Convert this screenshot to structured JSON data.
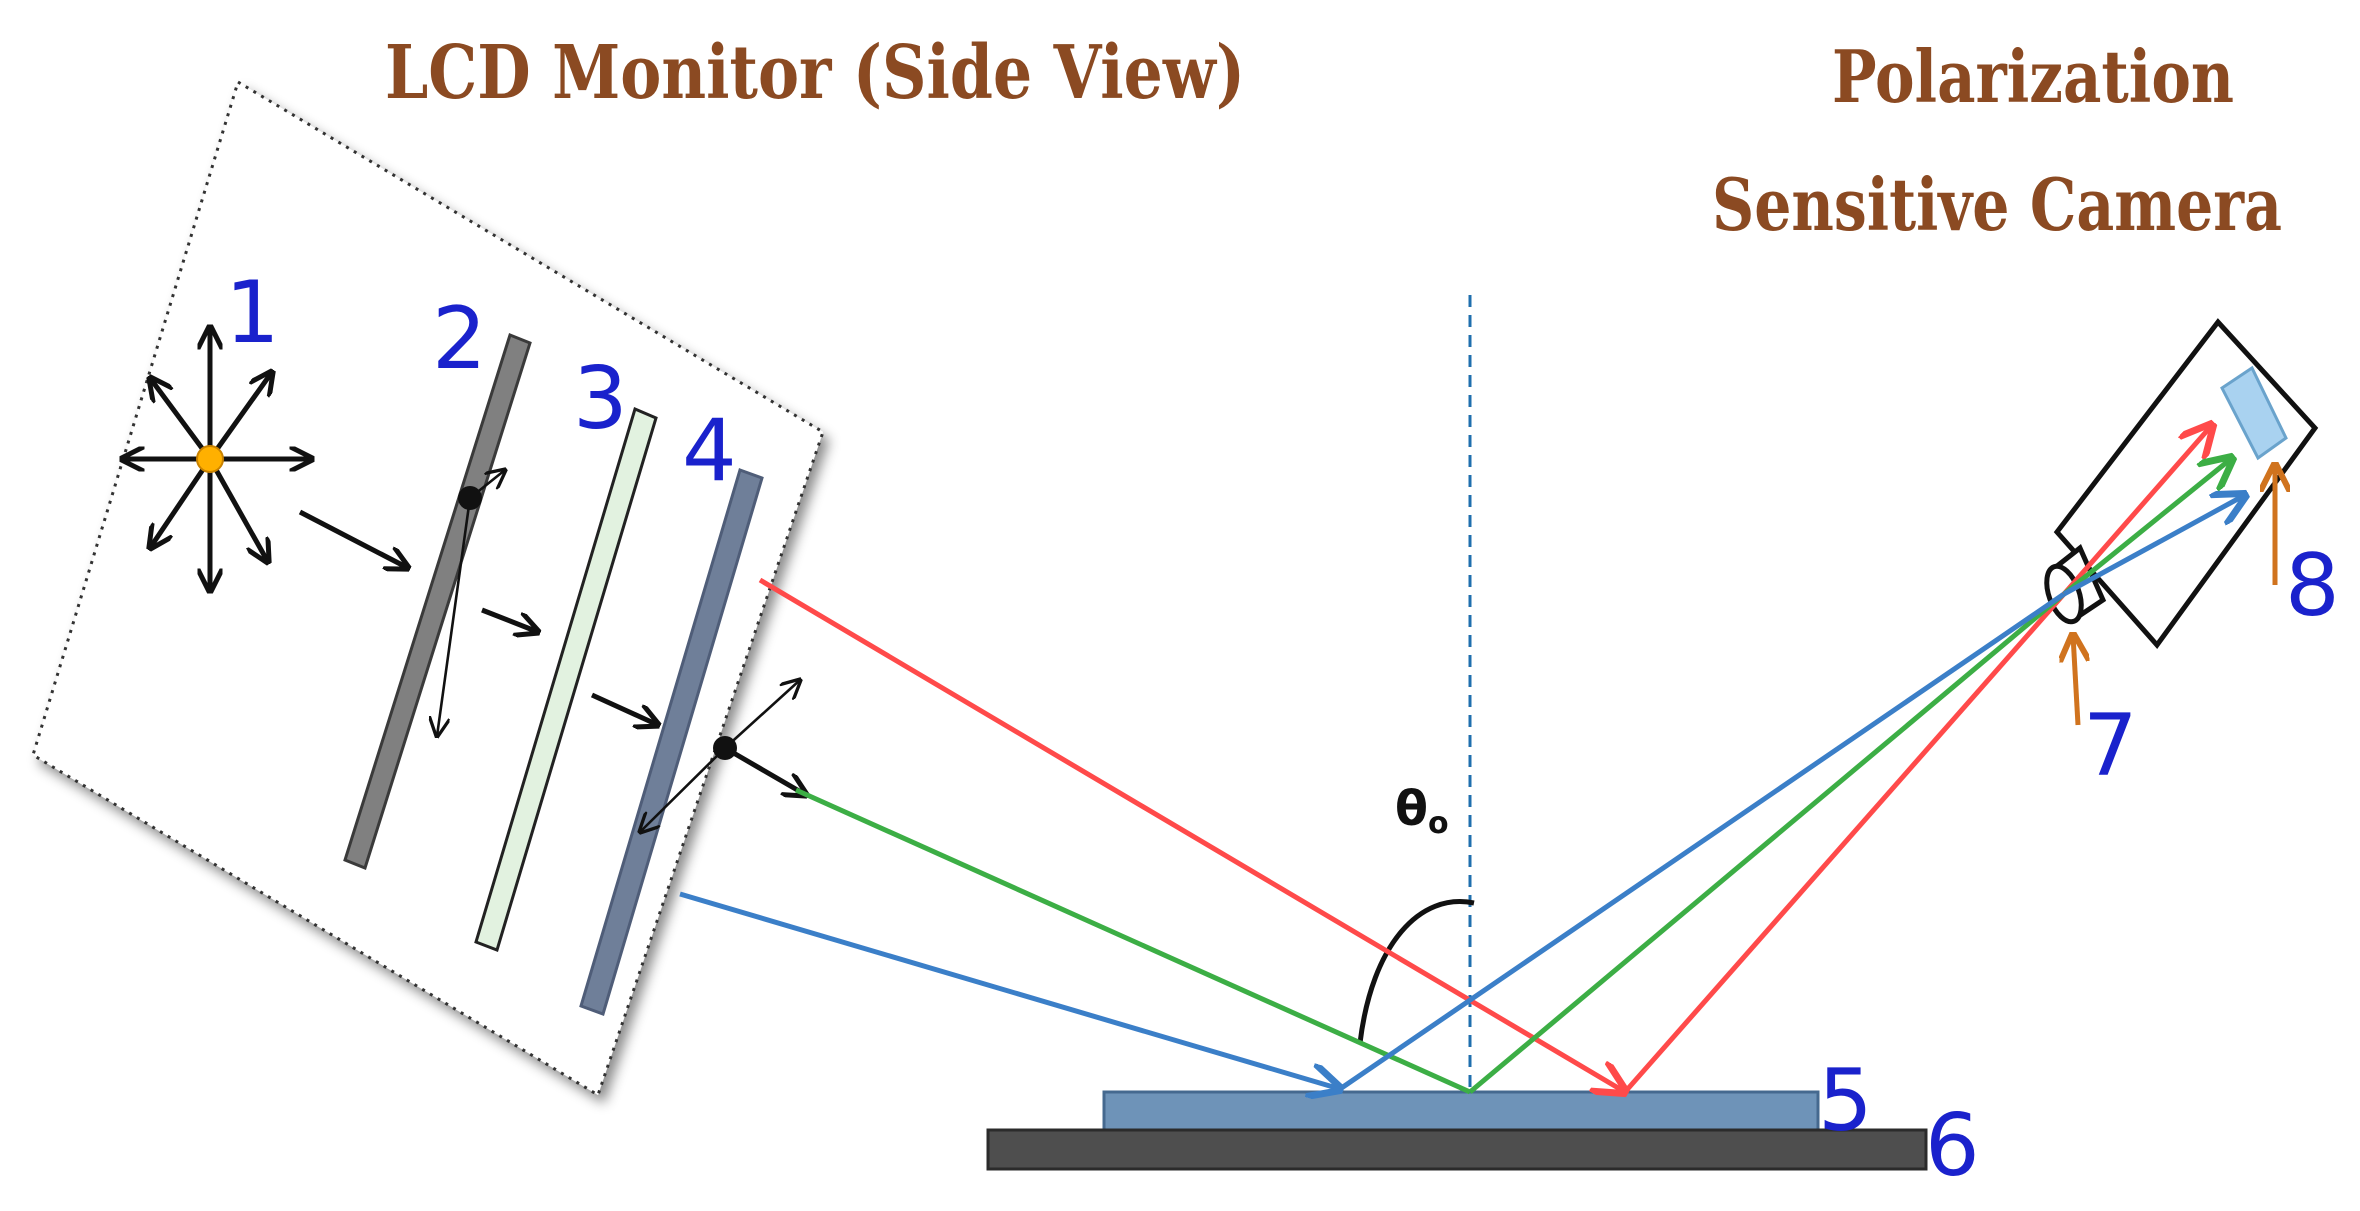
{
  "titles": {
    "monitor": "LCD Monitor (Side View)",
    "camera_line1": "Polarization",
    "camera_line2": "Sensitive Camera"
  },
  "numbers": [
    "1",
    "2",
    "3",
    "4",
    "5",
    "6",
    "7",
    "8"
  ],
  "angle": {
    "symbol": "θ",
    "subscript": "o"
  },
  "colors": {
    "title": "#8b4a22",
    "numbers": "#1a22cc",
    "ray_red": "#ff4a4a",
    "ray_green": "#3cae45",
    "ray_blue": "#3b7fc8",
    "callout_arrow": "#d0731e",
    "polarizer_plate": "#808080",
    "liquid_crystal_plate": "#e2f2e0",
    "analyzer_plate": "#6f7f99",
    "sample_layer": "#6e93b8",
    "substrate": "#4e4e4e",
    "sensor": "#a9d2f0",
    "light_source": "#ffb000"
  },
  "icons": {
    "light_source": "sun-burst-icon",
    "polarization_dot": "polarization-dot-icon",
    "camera_lens": "lens-icon",
    "camera_sensor": "sensor-icon"
  }
}
